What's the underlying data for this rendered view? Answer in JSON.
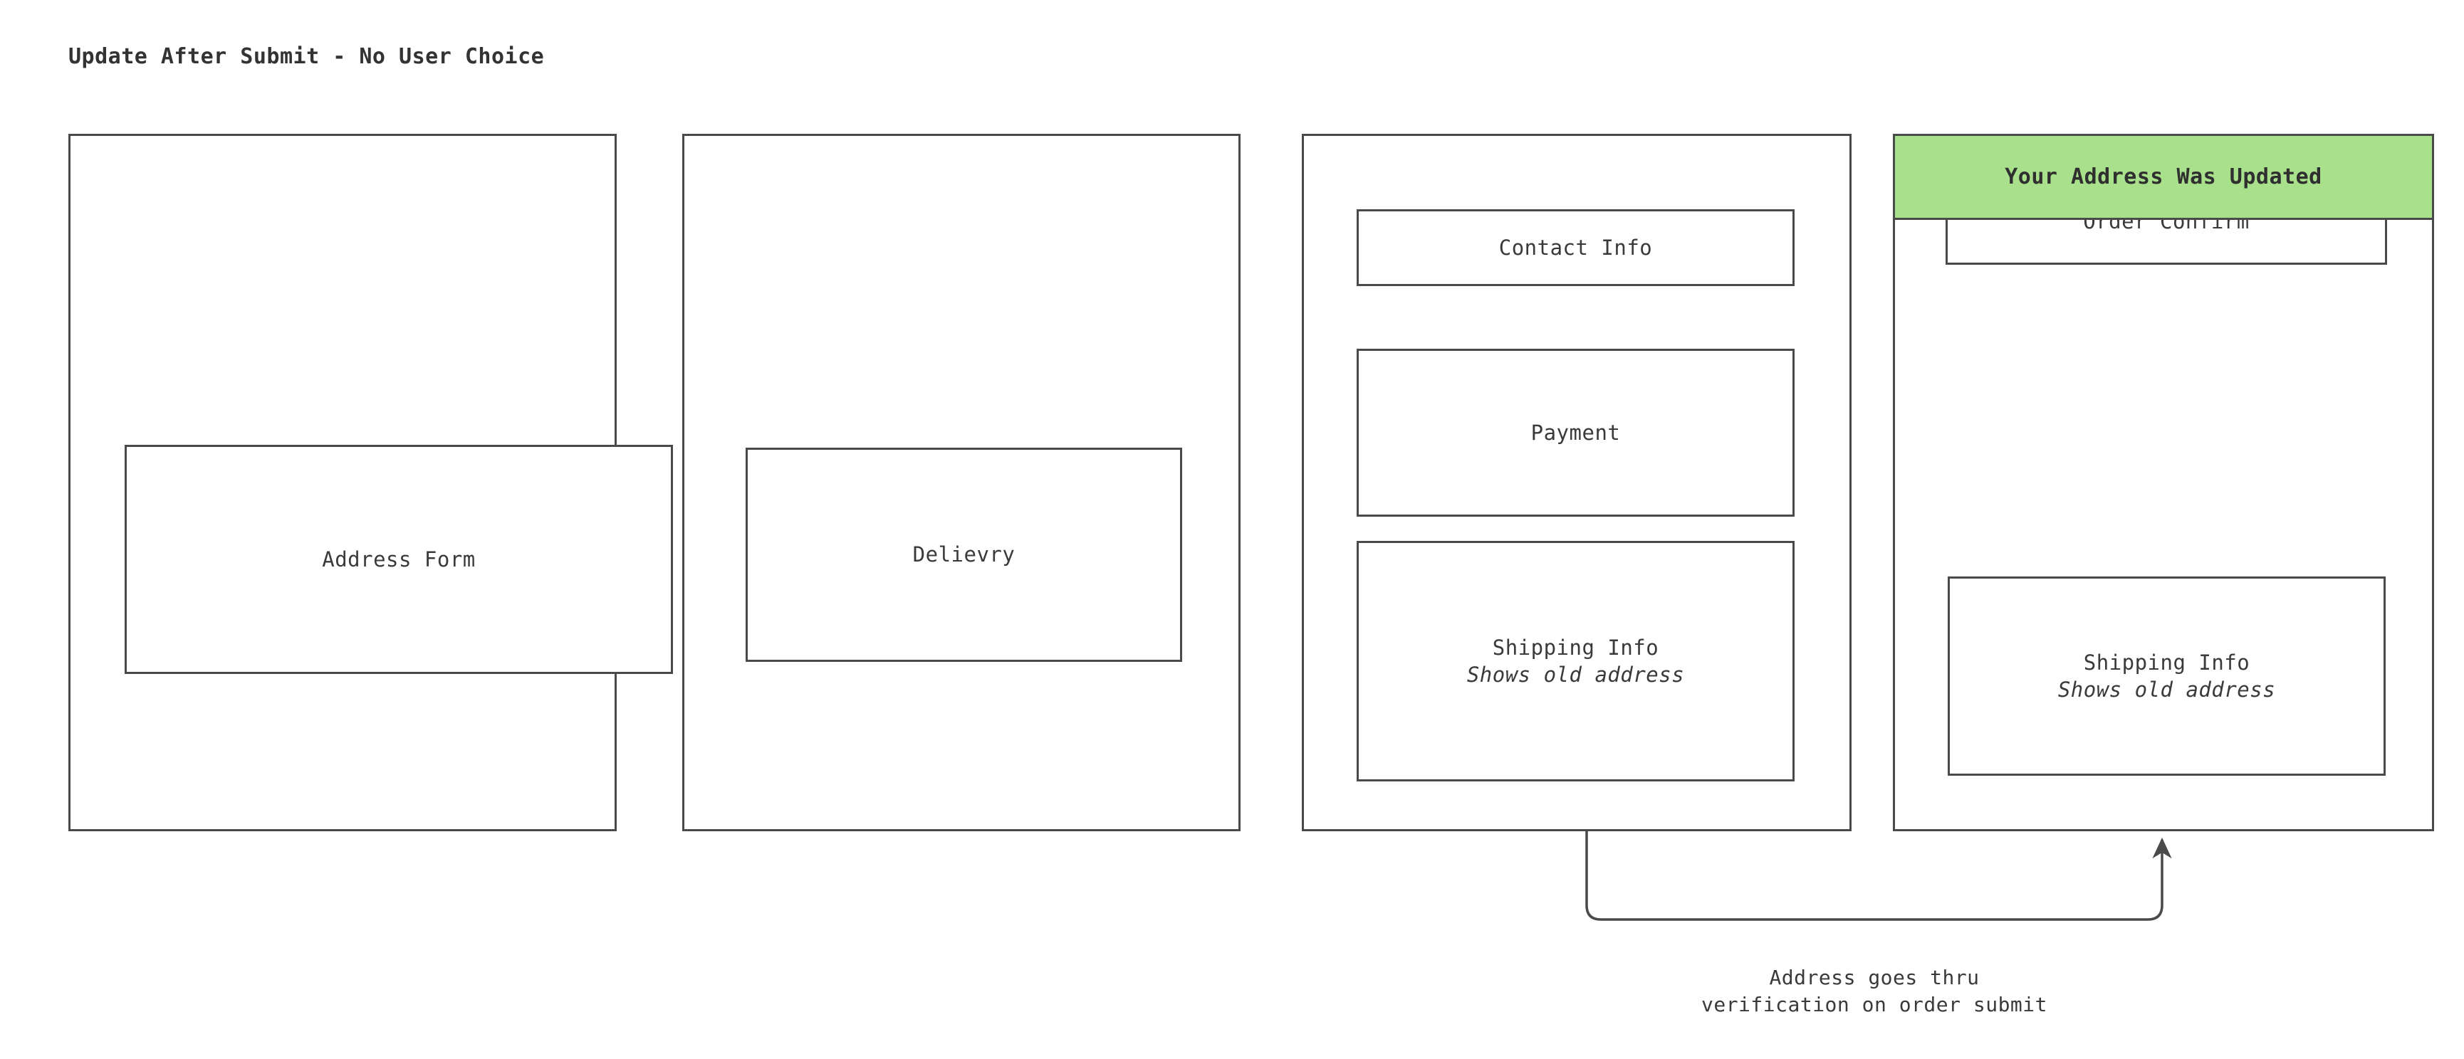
{
  "title": "Update After Submit - No User Choice",
  "colors": {
    "banner_green": "#A8E08B",
    "border": "#4a4a4a",
    "text": "#3a3a3a",
    "background": "#ffffff"
  },
  "panels": [
    {
      "name": "address-form-screen",
      "boxes": [
        {
          "label": "Address Form",
          "sub": ""
        }
      ]
    },
    {
      "name": "delivery-screen",
      "boxes": [
        {
          "label": "Delievry",
          "sub": ""
        }
      ]
    },
    {
      "name": "order-review-screen",
      "boxes": [
        {
          "label": "Contact Info",
          "sub": ""
        },
        {
          "label": "Payment",
          "sub": ""
        },
        {
          "label": "Shipping Info",
          "sub": "Shows old address"
        }
      ]
    },
    {
      "name": "order-confirm-screen",
      "banner": "Your Address Was Updated",
      "boxes": [
        {
          "label": "Order Confirm",
          "sub": ""
        },
        {
          "label": "Shipping Info",
          "sub": "Shows old address"
        }
      ]
    }
  ],
  "connector": {
    "caption_line1": "Address goes thru",
    "caption_line2": "verification on order submit"
  }
}
